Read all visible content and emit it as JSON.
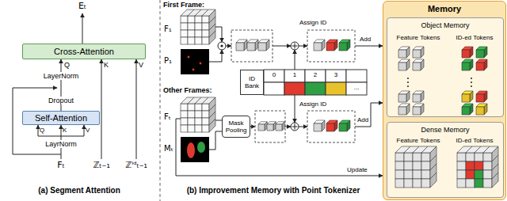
{
  "diagram": {
    "nodes": [
      {
        "text": [
          "Cross-Attention"
        ]
      },
      {
        "text": [
          "Self-Attention"
        ]
      },
      {
        "text": [
          "Mask Pooling"
        ]
      },
      {
        "text": [
          "ID Bank"
        ]
      },
      {
        "text": [
          "Memory"
        ]
      },
      {
        "text": [
          "Object Memory",
          "Feature Tokens",
          "ID-ed Tokens"
        ],
        "in": 4
      },
      {
        "text": [
          "Dense Memory",
          "Feature Tokens",
          "ID-ed Tokens"
        ],
        "in": 4
      }
    ],
    "edges": [
      {
        "from": 1,
        "to": 0,
        "arrow": "to"
      }
    ],
    "labels": [
      "Eₜ",
      "Q",
      "K",
      "V",
      "LayerNorm",
      "Dropout",
      "Q",
      "K",
      "V",
      "LayrNorm",
      "Fₜ",
      "ℤₜ₋₁",
      "ℤⁱᵈₜ₋₁",
      "(a) Segment Attention",
      "First Frame:",
      "F₁",
      "P₁",
      "Assign ID",
      "Add",
      "0",
      "1",
      "2",
      "3",
      "...",
      "Other Frames:",
      "Fₜ",
      "Mₜ",
      "Assign ID",
      "Add",
      "Update",
      "(b) Improvement Memory with Point Tokenizer"
    ]
  }
}
